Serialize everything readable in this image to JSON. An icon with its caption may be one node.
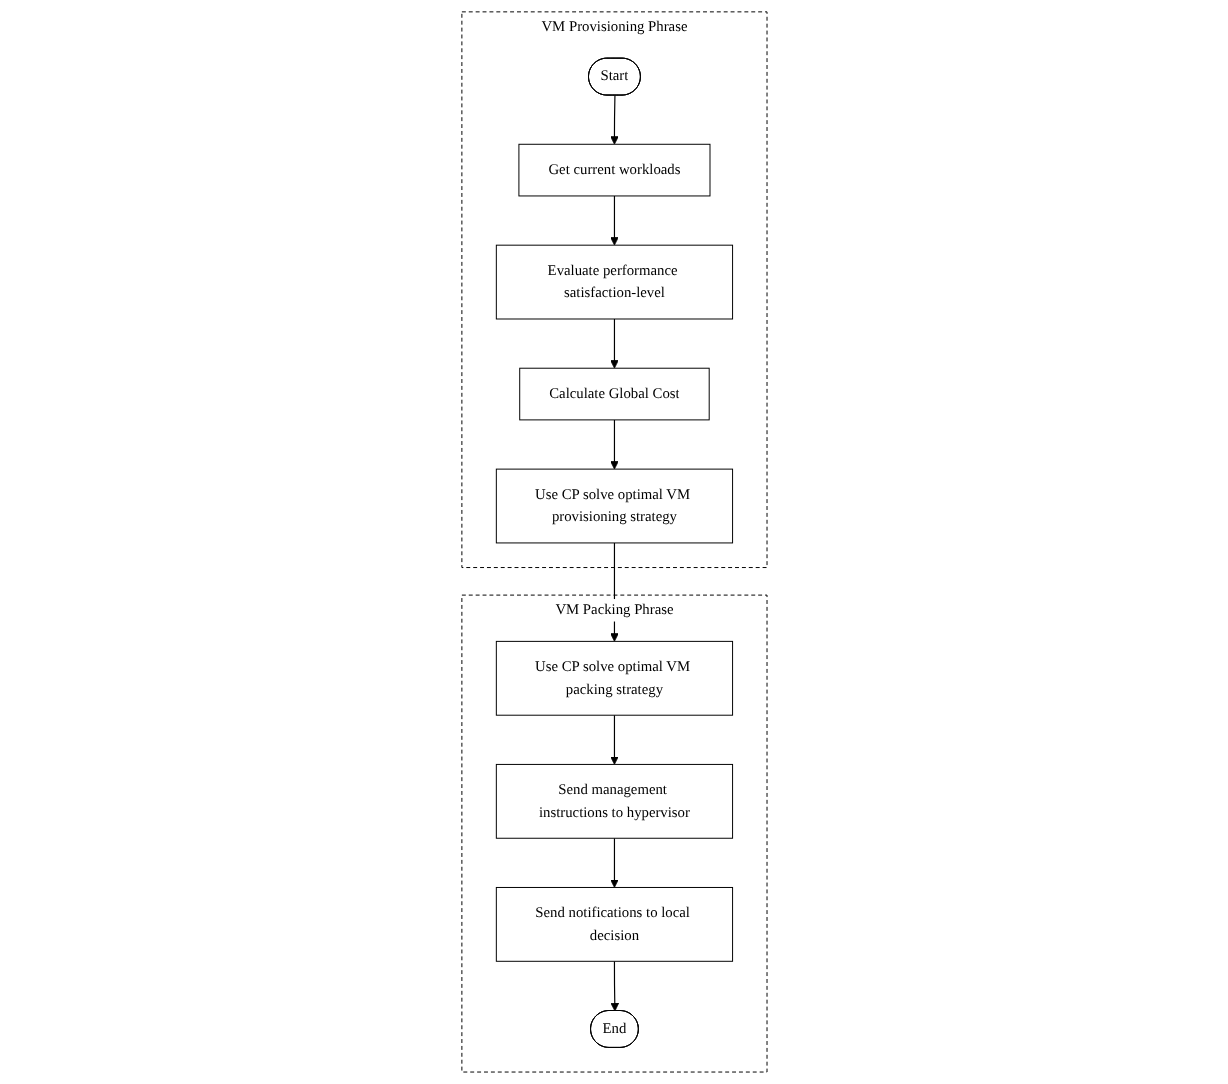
{
  "diagram": {
    "nodes": [
      {
        "text": [
          "VM Provisioning Phrase"
        ]
      },
      {
        "text": [
          "Start"
        ],
        "in": 0
      },
      {
        "text": [
          "Get current workloads"
        ],
        "in": 0
      },
      {
        "text": [
          "Evaluate performance satisfaction-level"
        ],
        "in": 0
      },
      {
        "text": [
          "Calculate Global Cost"
        ],
        "in": 0
      },
      {
        "text": [
          "Use CP solve optimal VM provisioning strategy"
        ],
        "in": 0
      },
      {
        "text": [
          "VM Packing Phrase"
        ]
      },
      {
        "text": [
          "Use CP solve optimal VM packing strategy"
        ],
        "in": 6
      },
      {
        "text": [
          "Send management instructions to hypervisor"
        ],
        "in": 6
      },
      {
        "text": [
          "Send notifications to local decision"
        ],
        "in": 6
      },
      {
        "text": [
          "End"
        ],
        "in": 6
      }
    ],
    "edges": [
      {
        "from": 1,
        "to": 2,
        "arrow": "to"
      },
      {
        "from": 2,
        "to": 3,
        "arrow": "to"
      },
      {
        "from": 3,
        "to": 4,
        "arrow": "to"
      },
      {
        "from": 4,
        "to": 5,
        "arrow": "to"
      },
      {
        "from": 5,
        "to": 7,
        "arrow": "to"
      },
      {
        "from": 7,
        "to": 8,
        "arrow": "to"
      },
      {
        "from": 8,
        "to": 9,
        "arrow": "to"
      },
      {
        "from": 9,
        "to": 10,
        "arrow": "to"
      }
    ]
  }
}
